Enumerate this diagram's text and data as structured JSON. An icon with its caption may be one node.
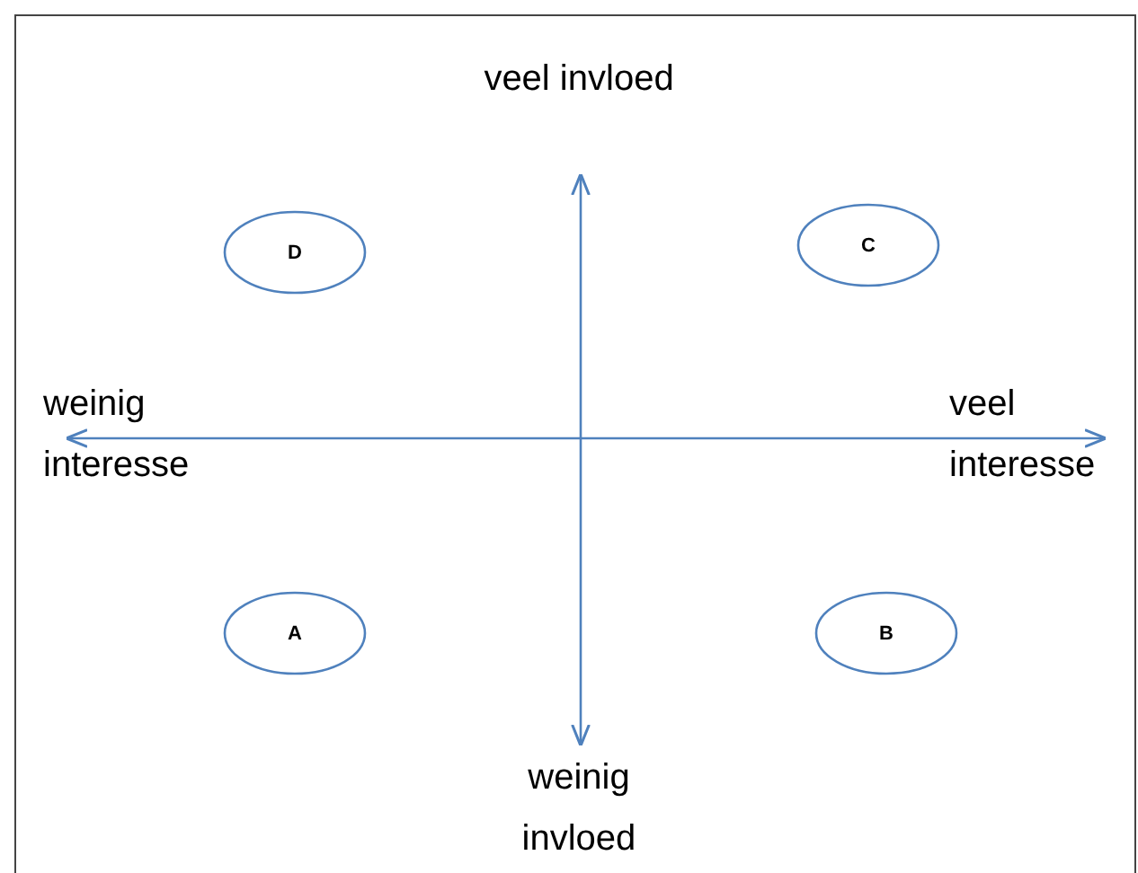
{
  "diagram": {
    "nodes": [
      {
        "text": [
          "D"
        ]
      },
      {
        "text": [
          "C"
        ]
      },
      {
        "text": [
          "A"
        ]
      },
      {
        "text": [
          "B"
        ]
      }
    ],
    "labels": [
      "veel invloed",
      "weinig interesse",
      "veel interesse",
      "weinig invloed"
    ]
  }
}
